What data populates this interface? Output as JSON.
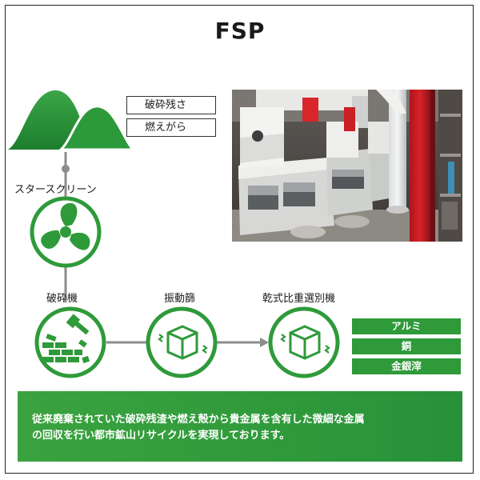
{
  "title": "FSP",
  "inputs": [
    "破砕残さ",
    "燃えがら"
  ],
  "steps": {
    "star_screen": "スタースクリーン",
    "crusher": "破砕機",
    "vibrating_sieve": "振動篩",
    "dry_gravity_separator": "乾式比重選別機"
  },
  "outputs": [
    "アルミ",
    "銅",
    "金銀滓"
  ],
  "description": {
    "line1": "従来廃棄されていた破砕残渣や燃え殻から貴金属を含有した微細な金属",
    "line2": "の回収を行い都市鉱山リサイクルを実現しております。"
  },
  "colors": {
    "green": "#2e9a3a",
    "dark_green": "#1f7d2c",
    "gray_line": "#8c8c8c"
  }
}
